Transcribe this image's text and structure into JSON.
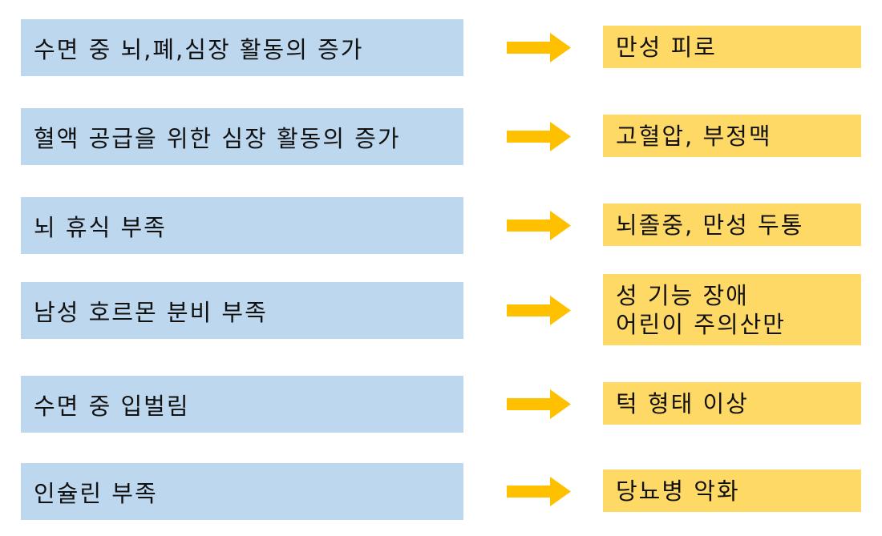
{
  "colors": {
    "cause_box": "#bdd7ee",
    "effect_box": "#ffd966",
    "arrow": "#ffc000"
  },
  "rows": [
    {
      "cause": "수면 중 뇌,폐,심장 활동의 증가",
      "effect": [
        "만성 피로"
      ]
    },
    {
      "cause": "혈액 공급을 위한 심장 활동의 증가",
      "effect": [
        "고혈압, 부정맥"
      ]
    },
    {
      "cause": "뇌 휴식 부족",
      "effect": [
        "뇌졸중, 만성 두통"
      ]
    },
    {
      "cause": "남성 호르몬 분비 부족",
      "effect": [
        "성 기능 장애",
        "어린이 주의산만"
      ]
    },
    {
      "cause": "수면 중 입벌림",
      "effect": [
        "턱 형태 이상"
      ]
    },
    {
      "cause": "인슐린 부족",
      "effect": [
        "당뇨병 악화"
      ]
    }
  ]
}
